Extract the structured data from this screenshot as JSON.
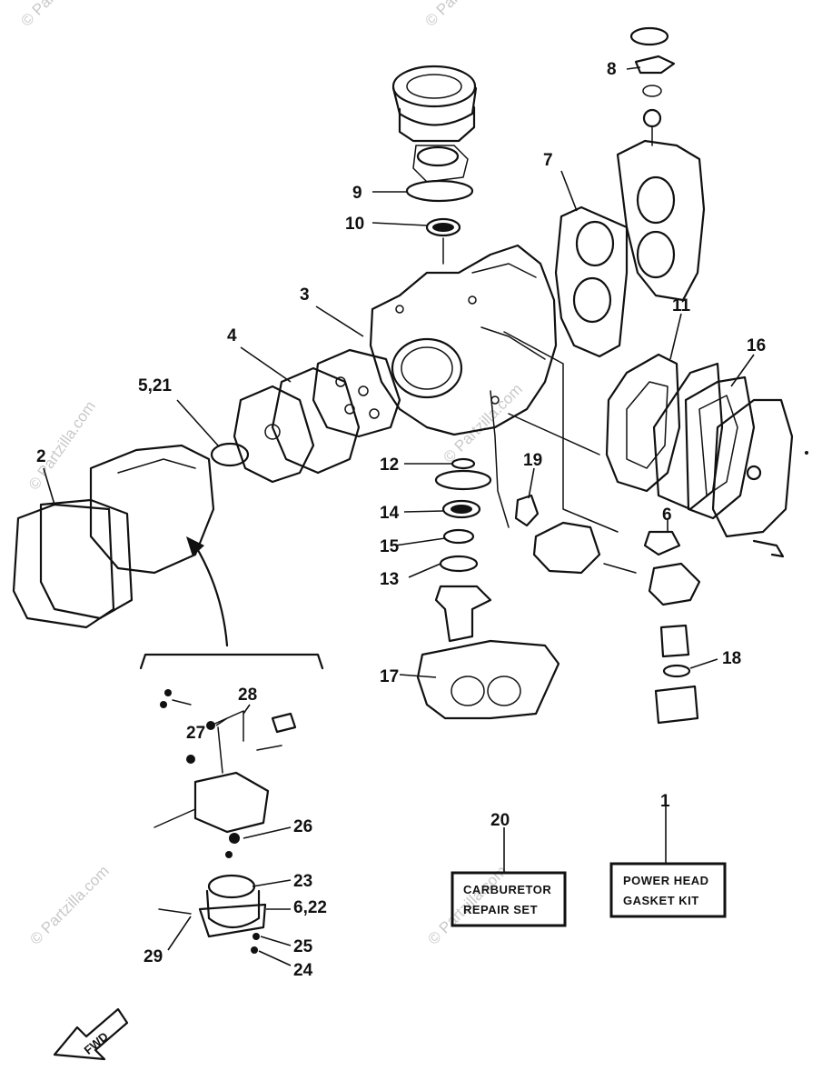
{
  "watermark": "© Partzilla.com",
  "callouts": [
    {
      "id": "c1",
      "text": "1"
    },
    {
      "id": "c2",
      "text": "2"
    },
    {
      "id": "c3",
      "text": "3"
    },
    {
      "id": "c4",
      "text": "4"
    },
    {
      "id": "c5",
      "text": "5,21"
    },
    {
      "id": "c6a",
      "text": "6"
    },
    {
      "id": "c6b",
      "text": "6,22"
    },
    {
      "id": "c7",
      "text": "7"
    },
    {
      "id": "c8",
      "text": "8"
    },
    {
      "id": "c9",
      "text": "9"
    },
    {
      "id": "c10",
      "text": "10"
    },
    {
      "id": "c11",
      "text": "11"
    },
    {
      "id": "c12",
      "text": "12"
    },
    {
      "id": "c13",
      "text": "13"
    },
    {
      "id": "c14",
      "text": "14"
    },
    {
      "id": "c15",
      "text": "15"
    },
    {
      "id": "c16",
      "text": "16"
    },
    {
      "id": "c17",
      "text": "17"
    },
    {
      "id": "c18",
      "text": "18"
    },
    {
      "id": "c19",
      "text": "19"
    },
    {
      "id": "c20",
      "text": "20"
    },
    {
      "id": "c23",
      "text": "23"
    },
    {
      "id": "c24",
      "text": "24"
    },
    {
      "id": "c25",
      "text": "25"
    },
    {
      "id": "c26",
      "text": "26"
    },
    {
      "id": "c27",
      "text": "27"
    },
    {
      "id": "c28",
      "text": "28"
    },
    {
      "id": "c29",
      "text": "29"
    }
  ],
  "kits": {
    "carburetor_line1": "CARBURETOR",
    "carburetor_line2": "REPAIR SET",
    "gasket_line1": "POWER HEAD",
    "gasket_line2": "GASKET KIT"
  },
  "fwd_label": "FWD"
}
